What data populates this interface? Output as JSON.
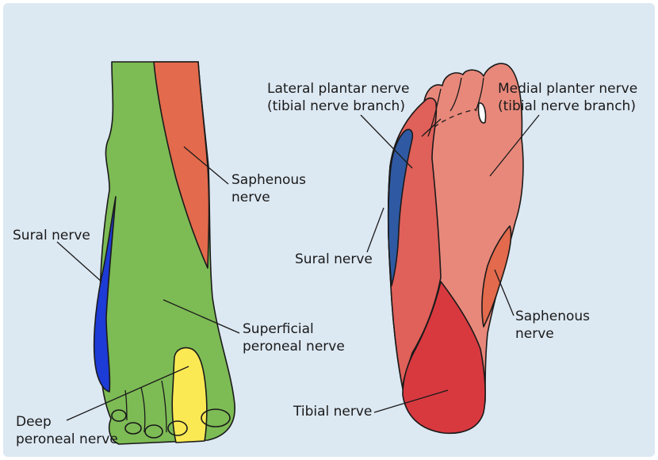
{
  "colors": {
    "background": "#dce8f2",
    "superficial_peroneal": "#7dbb55",
    "saphenous": "#e36a4c",
    "sural": "#1d3bd6",
    "sural_plantar": "#2f5aa3",
    "deep_peroneal": "#fbe954",
    "lateral_plantar": "#e0605a",
    "medial_plantar": "#e8887a",
    "tibial": "#d8393f"
  },
  "dorsal": {
    "saphenous": [
      "Saphenous",
      "nerve"
    ],
    "sural": [
      "Sural nerve"
    ],
    "superficial_peroneal": [
      "Superficial",
      "peroneal nerve"
    ],
    "deep_peroneal": [
      "Deep",
      "peroneal nerve"
    ]
  },
  "plantar": {
    "lateral_plantar": [
      "Lateral plantar nerve",
      "(tibial nerve branch)"
    ],
    "medial_plantar": [
      "Medial planter nerve",
      "(tibial nerve branch)"
    ],
    "sural": [
      "Sural nerve"
    ],
    "saphenous": [
      "Saphenous",
      "nerve"
    ],
    "tibial": [
      "Tibial nerve"
    ]
  }
}
